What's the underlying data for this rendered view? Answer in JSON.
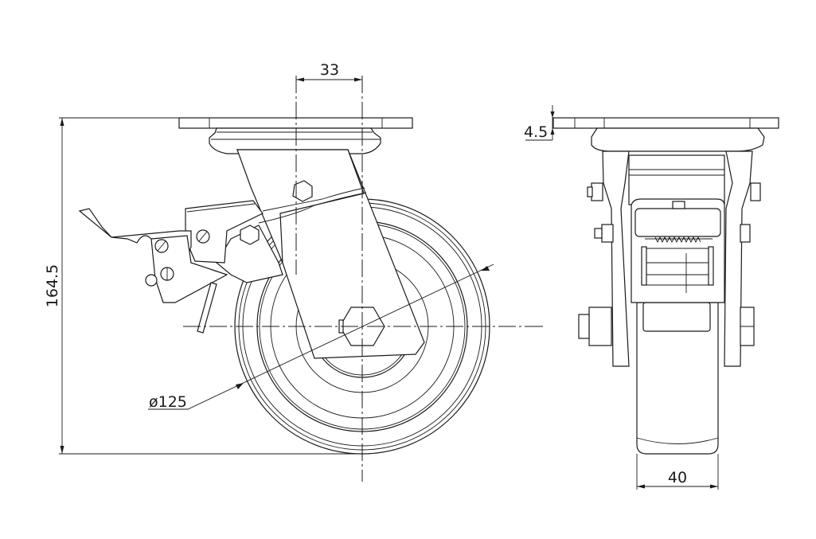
{
  "title": "Swivel caster with total brake - technical drawing",
  "dimensions": {
    "offset": "33",
    "height": "164.5",
    "wheel_diameter": "ø125",
    "plate_thickness": "4.5",
    "wheel_width": "40"
  },
  "views": [
    "side-view",
    "front-view"
  ]
}
